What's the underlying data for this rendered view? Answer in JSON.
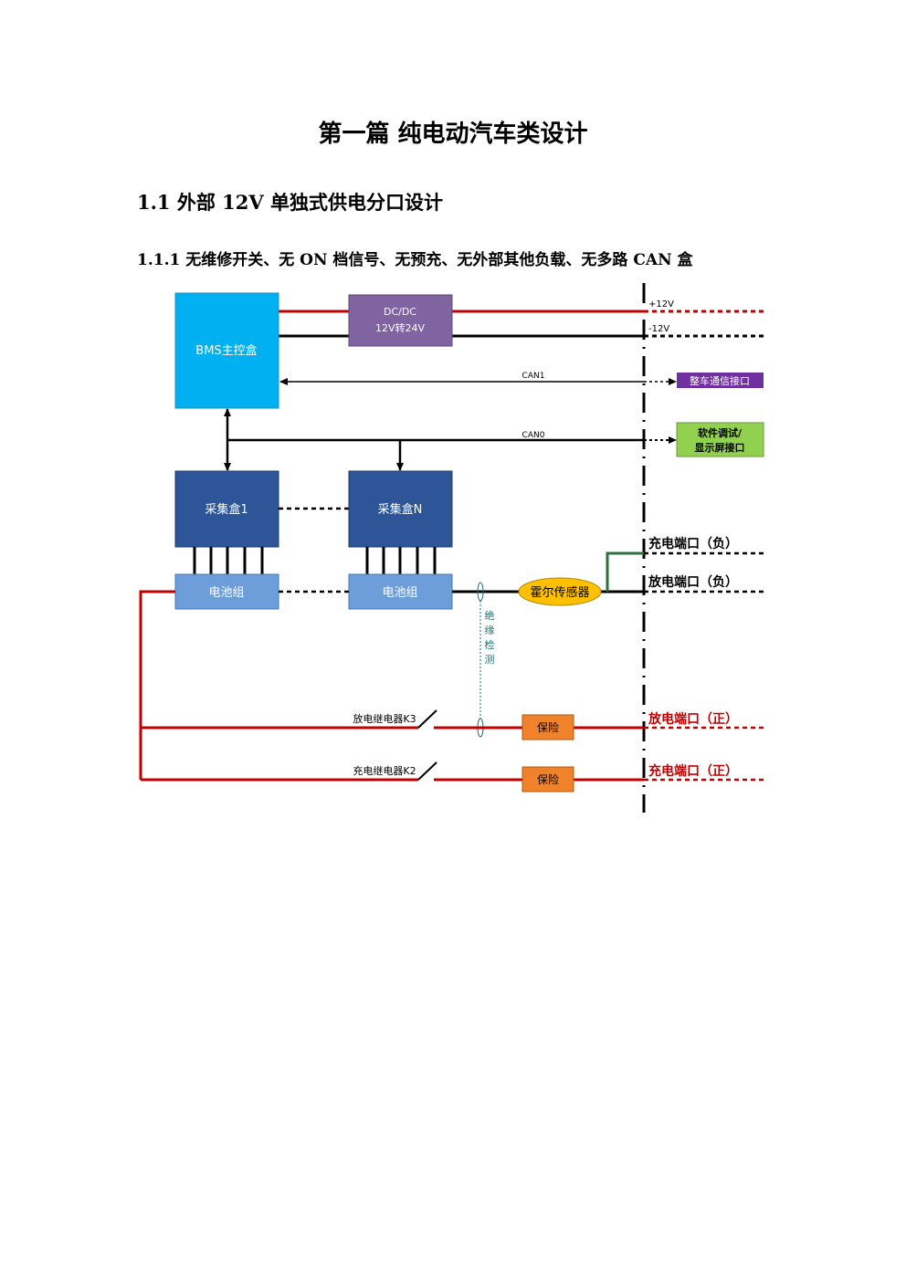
{
  "document": {
    "title": "第一篇  纯电动汽车类设计",
    "section": "1.1 外部 12V 单独式供电分口设计",
    "subsection": "1.1.1 无维修开关、无 ON 档信号、无预充、无外部其他负载、无多路 CAN 盒"
  },
  "diagram": {
    "bms_box": "BMS主控盒",
    "dcdc_line1": "DC/DC",
    "dcdc_line2": "12V转24V",
    "plus12v": "+12V",
    "minus12v": "-12V",
    "can1": "CAN1",
    "can0": "CAN0",
    "vehicle_comm_port": "整车通信接口",
    "debug_port_line1": "软件调试/",
    "debug_port_line2": "显示屏接口",
    "collector1": "采集盒1",
    "collectorN": "采集盒N",
    "battery1": "电池组",
    "batteryN": "电池组",
    "hall_sensor": "霍尔传感器",
    "charge_port_neg": "充电端口（负）",
    "discharge_port_neg": "放电端口（负）",
    "insulation_1": "绝",
    "insulation_2": "缘",
    "insulation_3": "检",
    "insulation_4": "测",
    "discharge_relay": "放电继电器K3",
    "charge_relay": "充电继电器K2",
    "fuse1": "保险",
    "fuse2": "保险",
    "discharge_port_pos": "放电端口（正）",
    "charge_port_pos": "充电端口（正）"
  },
  "colors": {
    "bms": "#00b0f0",
    "dcdc": "#8064a2",
    "collector": "#2e5597",
    "battery": "#6d9eda",
    "hall": "#ffc000",
    "fuse": "#f0822b",
    "vehicle_port": "#7030a0",
    "debug_port": "#92d050",
    "power_red": "#c00000",
    "wire_black": "#000000",
    "wire_green": "#2e6f40"
  }
}
